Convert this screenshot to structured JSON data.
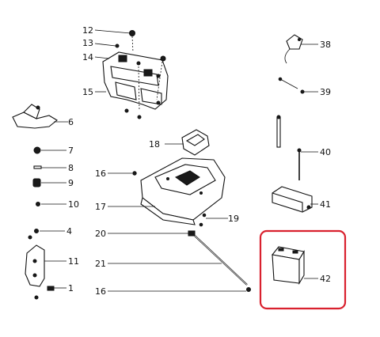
{
  "callouts": [
    {
      "id": "c12",
      "text": "12"
    },
    {
      "id": "c13",
      "text": "13"
    },
    {
      "id": "c14",
      "text": "14"
    },
    {
      "id": "c15",
      "text": "15"
    },
    {
      "id": "c6",
      "text": "6"
    },
    {
      "id": "c7",
      "text": "7"
    },
    {
      "id": "c8",
      "text": "8"
    },
    {
      "id": "c9",
      "text": "9"
    },
    {
      "id": "c10",
      "text": "10"
    },
    {
      "id": "c4",
      "text": "4"
    },
    {
      "id": "c11",
      "text": "11"
    },
    {
      "id": "c1",
      "text": "1"
    },
    {
      "id": "c18",
      "text": "18"
    },
    {
      "id": "c16a",
      "text": "16"
    },
    {
      "id": "c17",
      "text": "17"
    },
    {
      "id": "c19",
      "text": "19"
    },
    {
      "id": "c20",
      "text": "20"
    },
    {
      "id": "c21",
      "text": "21"
    },
    {
      "id": "c16b",
      "text": "16"
    },
    {
      "id": "c38",
      "text": "38"
    },
    {
      "id": "c39",
      "text": "39"
    },
    {
      "id": "c40",
      "text": "40"
    },
    {
      "id": "c41",
      "text": "41"
    },
    {
      "id": "c42",
      "text": "42"
    }
  ],
  "highlight_color": "#d9212e",
  "line_color": "#111111"
}
